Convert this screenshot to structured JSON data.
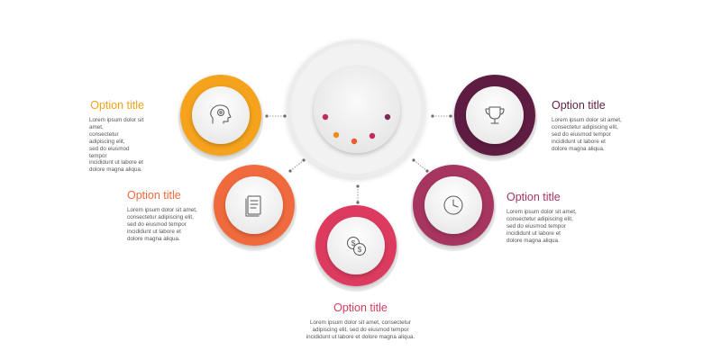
{
  "center": {
    "name": "center-hub",
    "dots": [
      {
        "color": "#c1295a"
      },
      {
        "color": "#f08a1c"
      },
      {
        "color": "#ee5b2f"
      },
      {
        "color": "#c1295a"
      },
      {
        "color": "#7b2c52"
      }
    ]
  },
  "options": [
    {
      "id": "option-1",
      "color": "#f5a21a",
      "title_color": "#f5a21a",
      "icon": "idea-head-icon",
      "title": "Option title",
      "body": "Lorem ipsum dolor sit amet,\nconsectetur adipiscing elit,\nsed do eiusmod tempor\nincididunt ut labore et\ndolore magna aliqua."
    },
    {
      "id": "option-2",
      "color": "#f06a3c",
      "title_color": "#f06a3c",
      "icon": "document-icon",
      "title": "Option title",
      "body": "Lorem ipsum dolor sit amet,\nconsectetur adipiscing elit,\nsed do eiusmod tempor\nincididunt ut labore et\ndolore magna aliqua."
    },
    {
      "id": "option-3",
      "color": "#dc3a5f",
      "title_color": "#dc3a5f",
      "icon": "dollar-coins-icon",
      "title": "Option title",
      "body": "Lorem ipsum dolor sit amet, consectetur\nadipiscing elit, sed do eiusmod tempor\nincididunt ut labore et dolore magna aliqua."
    },
    {
      "id": "option-4",
      "color": "#a63561",
      "title_color": "#a63561",
      "icon": "clock-icon",
      "title": "Option title",
      "body": "Lorem ipsum dolor sit amet,\nconsectetur adipiscing elit,\nsed do eiusmod tempor\nincididunt ut labore et\ndolore magna aliqua."
    },
    {
      "id": "option-5",
      "color": "#5e1f42",
      "title_color": "#5e1f42",
      "icon": "trophy-icon",
      "title": "Option title",
      "body": "Lorem ipsum dolor sit amet,\nconsectetur adipiscing elit,\nsed do eiusmod tempor\nincididunt ut labore et\ndolore magna aliqua."
    }
  ]
}
